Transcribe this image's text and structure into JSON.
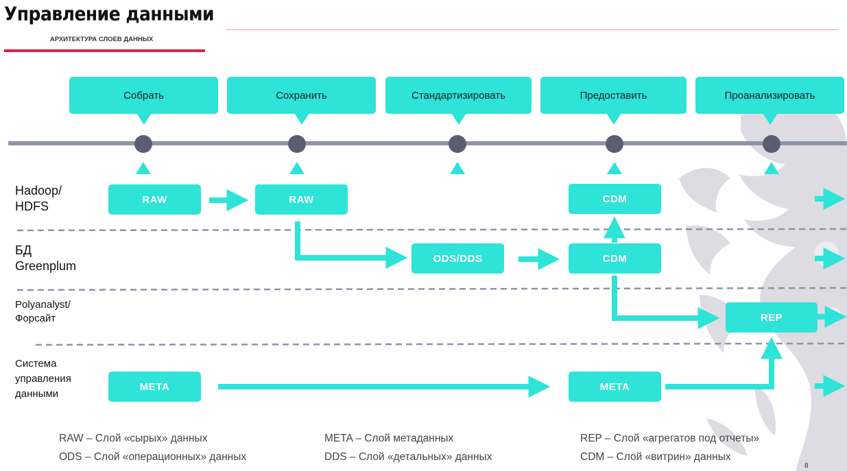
{
  "header": {
    "title": "Управление данными",
    "subtitle": "АРХИТЕКТУРА СЛОЕВ ДАННЫХ"
  },
  "stages": [
    {
      "label": "Собрать"
    },
    {
      "label": "Сохранить"
    },
    {
      "label": "Стандартизировать"
    },
    {
      "label": "Предоставить"
    },
    {
      "label": "Проанализировать"
    }
  ],
  "rows": [
    {
      "label": "Hadoop/\nHDFS"
    },
    {
      "label": "БД\nGreenplum"
    },
    {
      "label": "Polyanalyst/\nФорсайт"
    },
    {
      "label": "Система\nуправления\nданными"
    }
  ],
  "layers": {
    "raw_collect": "RAW",
    "raw_store": "RAW",
    "cdm_hadoop": "CDM",
    "ods_dds": "ODS/DDS",
    "cdm_greenplum": "CDM",
    "rep": "REP",
    "meta_collect": "META",
    "meta_provide": "META"
  },
  "legend": [
    "RAW – Слой «сырых» данных",
    "META – Слой метаданных",
    "REP – Слой «агрегатов под отчеты»",
    "ODS – Слой «операционных» данных",
    "DDS – Слой «детальных» данных",
    "CDM – Слой «витрин» данных"
  ],
  "page_number": "8",
  "colors": {
    "accent": "#2ee3d8",
    "timeline": "#8f93a8",
    "node": "#5b5e73",
    "divider": "#8f93a8",
    "title_bar": "#e11e46"
  }
}
